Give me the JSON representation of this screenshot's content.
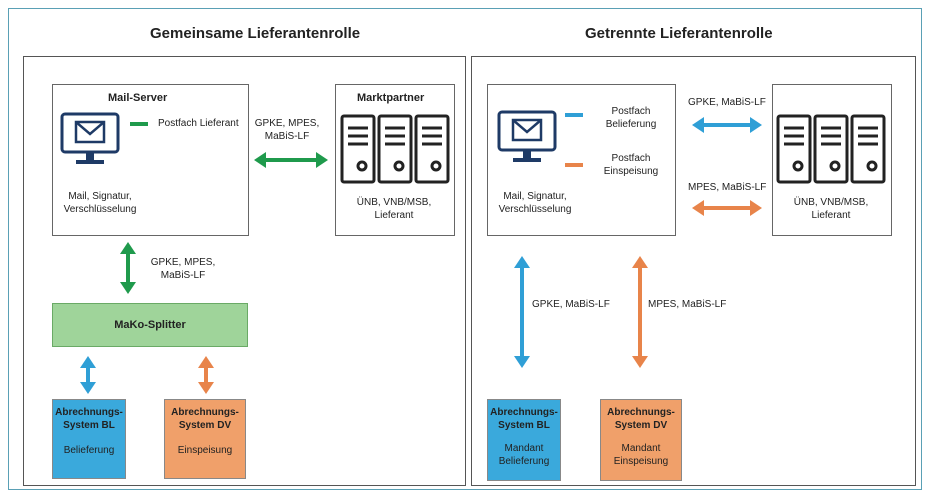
{
  "left": {
    "title": "Gemeinsame Lieferantenrolle",
    "mail_server": {
      "title": "Mail-Server",
      "mailbox": "Postfach Lieferant",
      "caption": [
        "Mail, Signatur,",
        "Verschlüsselung"
      ]
    },
    "partner": {
      "title": "Marktpartner",
      "caption": [
        "ÜNB, VNB/MSB,",
        "Lieferant"
      ]
    },
    "h_arrow_label": [
      "GPKE, MPES,",
      "MaBiS-LF"
    ],
    "v_arrow_label": [
      "GPKE, MPES,",
      "MaBiS-LF"
    ],
    "splitter": "MaKo-Splitter",
    "system_bl": {
      "title": [
        "Abrechnungs-",
        "System BL"
      ],
      "sub": "Belieferung"
    },
    "system_dv": {
      "title": [
        "Abrechnungs-",
        "System DV"
      ],
      "sub": "Einspeisung"
    }
  },
  "right": {
    "title": "Getrennte Lieferantenrolle",
    "mail": {
      "mailbox_1": [
        "Postfach",
        "Belieferung"
      ],
      "mailbox_2": [
        "Postfach",
        "Einspeisung"
      ],
      "caption": [
        "Mail, Signatur,",
        "Verschlüsselung"
      ]
    },
    "partner": {
      "caption": [
        "ÜNB, VNB/MSB,",
        "Lieferant"
      ]
    },
    "arrow_top_label": "GPKE, MaBiS-LF",
    "arrow_mid_label": "MPES, MaBiS-LF",
    "v_arrow_left_label": "GPKE, MaBiS-LF",
    "v_arrow_right_label": "MPES, MaBiS-LF",
    "system_bl": {
      "title": [
        "Abrechnungs-",
        "System BL"
      ],
      "sub": [
        "Mandant",
        "Belieferung"
      ]
    },
    "system_dv": {
      "title": [
        "Abrechnungs-",
        "System DV"
      ],
      "sub": [
        "Mandant",
        "Einspeisung"
      ]
    }
  },
  "colors": {
    "green": "#1f9a4c",
    "blue": "#2f9fd6",
    "orange": "#e8844a",
    "splitter_fill": "#9fd49a",
    "bl_fill": "#3aa9dc",
    "dv_fill": "#f0a06a"
  }
}
